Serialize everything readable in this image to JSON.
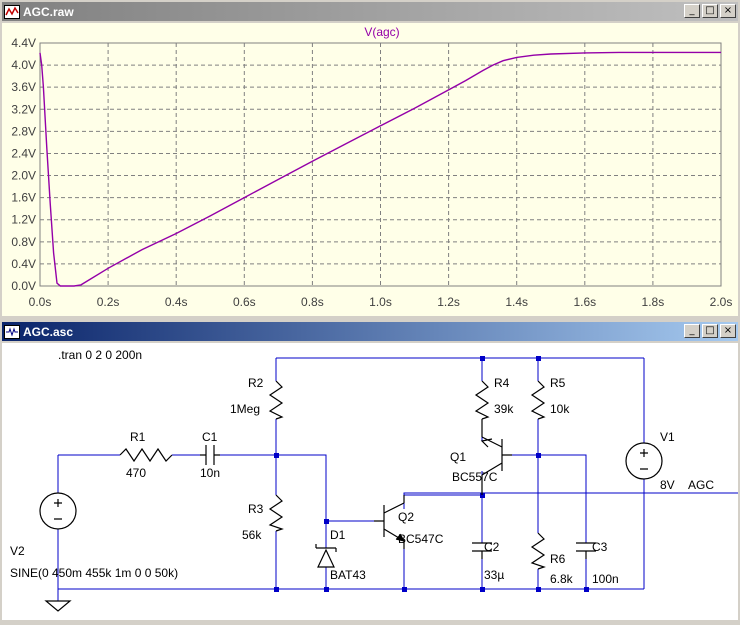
{
  "plot_window": {
    "title": "AGC.raw",
    "buttons": {
      "minimize": "_",
      "maximize": "□",
      "close": "×"
    }
  },
  "schematic_window": {
    "title": "AGC.asc",
    "buttons": {
      "minimize": "_",
      "maximize": "□",
      "close": "×"
    },
    "directive": ".tran 0 2 0 200n",
    "net_label": "AGC",
    "components": {
      "R1": {
        "name": "R1",
        "value": "470"
      },
      "C1": {
        "name": "C1",
        "value": "10n"
      },
      "R2": {
        "name": "R2",
        "value": "1Meg"
      },
      "R3": {
        "name": "R3",
        "value": "56k"
      },
      "D1": {
        "name": "D1",
        "value": "BAT43"
      },
      "Q2": {
        "name": "Q2",
        "value": "BC547C"
      },
      "Q1": {
        "name": "Q1",
        "value": "BC557C"
      },
      "R4": {
        "name": "R4",
        "value": "39k"
      },
      "R5": {
        "name": "R5",
        "value": "10k"
      },
      "C2": {
        "name": "C2",
        "value": "33µ"
      },
      "R6": {
        "name": "R6",
        "value": "6.8k"
      },
      "C3": {
        "name": "C3",
        "value": "100n"
      },
      "V1": {
        "name": "V1",
        "value": "8V"
      },
      "V2": {
        "name": "V2",
        "value": "SINE(0 450m 455k 1m 0 0 50k)"
      }
    }
  },
  "colors": {
    "trace": "#9400a8",
    "plot_bg": "#ffffe8",
    "wire": "#0000c8",
    "component": "#000000"
  },
  "chart_data": {
    "type": "line",
    "title": "",
    "series": [
      {
        "name": "V(agc)",
        "x": [
          0,
          0.005,
          0.01,
          0.02,
          0.03,
          0.04,
          0.05,
          0.06,
          0.08,
          0.1,
          0.12,
          0.2,
          0.3,
          0.4,
          0.5,
          0.6,
          0.7,
          0.8,
          0.9,
          1.0,
          1.1,
          1.2,
          1.25,
          1.3,
          1.33,
          1.36,
          1.4,
          1.45,
          1.5,
          1.6,
          1.7,
          1.8,
          1.9,
          2.0
        ],
        "y": [
          4.22,
          4.0,
          3.6,
          2.5,
          1.5,
          0.6,
          0.05,
          0.0,
          0.0,
          0.0,
          0.02,
          0.32,
          0.66,
          0.95,
          1.27,
          1.6,
          1.93,
          2.26,
          2.58,
          2.9,
          3.22,
          3.55,
          3.72,
          3.9,
          4.0,
          4.08,
          4.14,
          4.18,
          4.2,
          4.22,
          4.23,
          4.23,
          4.23,
          4.23
        ]
      }
    ],
    "x_ticks": [
      "0.0s",
      "0.2s",
      "0.4s",
      "0.6s",
      "0.8s",
      "1.0s",
      "1.2s",
      "1.4s",
      "1.6s",
      "1.8s",
      "2.0s"
    ],
    "y_ticks": [
      "0.0V",
      "0.4V",
      "0.8V",
      "1.2V",
      "1.6V",
      "2.0V",
      "2.4V",
      "2.8V",
      "3.2V",
      "3.6V",
      "4.0V",
      "4.4V"
    ],
    "xlim": [
      0,
      2.0
    ],
    "ylim": [
      0,
      4.4
    ],
    "grid": true
  }
}
